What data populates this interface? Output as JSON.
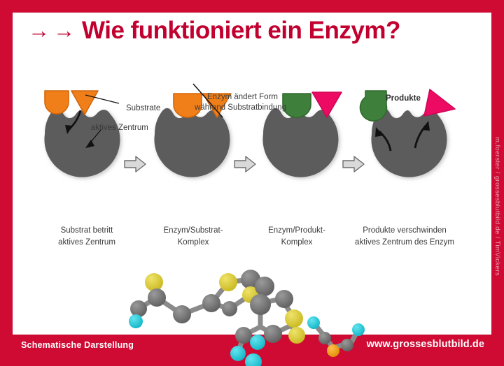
{
  "poster": {
    "border_color": "#cf0a33",
    "panel_color": "#ffffff",
    "accent_color": "#c2002f"
  },
  "header": {
    "arrow_1": "→",
    "arrow_2": "→",
    "title": "Wie funktioniert ein Enzym?"
  },
  "annotations": {
    "substrate": "Substrate",
    "active_site": "aktives Zentrum",
    "shape_change_line1": "Enzym ändert Form",
    "shape_change_line2": "während Substratbindung",
    "products": "Produkte"
  },
  "stages": [
    {
      "id": "stage-1",
      "caption_line1": "Substrat betritt",
      "caption_line2": "aktives Zentrum",
      "enzyme_color": "#5b5b5b",
      "bound_shapes": []
    },
    {
      "id": "stage-2",
      "caption_line1": "Enzym/Substrat-",
      "caption_line2": "Komplex",
      "enzyme_color": "#5b5b5b",
      "bound_shapes": [
        "orange-dome",
        "orange-triangle"
      ]
    },
    {
      "id": "stage-3",
      "caption_line1": "Enzym/Produkt-",
      "caption_line2": "Komplex",
      "enzyme_color": "#5b5b5b",
      "bound_shapes": [
        "green-dome",
        "pink-triangle"
      ]
    },
    {
      "id": "stage-4",
      "caption_line1": "Produkte verschwinden",
      "caption_line2": "aktives Zentrum des Enzym",
      "enzyme_color": "#5b5b5b",
      "bound_shapes": []
    }
  ],
  "shape_colors": {
    "substrate_orange": "#f07f19",
    "substrate_orange_stroke": "#d4660a",
    "product_green": "#3f7f3c",
    "product_green_stroke": "#2f6a2c",
    "product_pink": "#ec0a63",
    "product_pink_stroke": "#d00755",
    "enzyme_gray": "#5b5b5b",
    "flow_arrow_fill": "#d9d9d9",
    "flow_arrow_stroke": "#6e6e6e"
  },
  "molecule": {
    "atom_colors": {
      "carbon": "#6e6e6e",
      "sulfur": "#d8c72b",
      "nitrogen": "#1fc8d8",
      "oxygen": "#f09a10"
    },
    "bond_color": "#8a8a8a"
  },
  "footer": {
    "left_label": "Schematische Darstellung",
    "right_label": "www.grossesblutbild.de",
    "credit_vertical": "m.foerster / grossesblutbild.de / TimVickers"
  }
}
